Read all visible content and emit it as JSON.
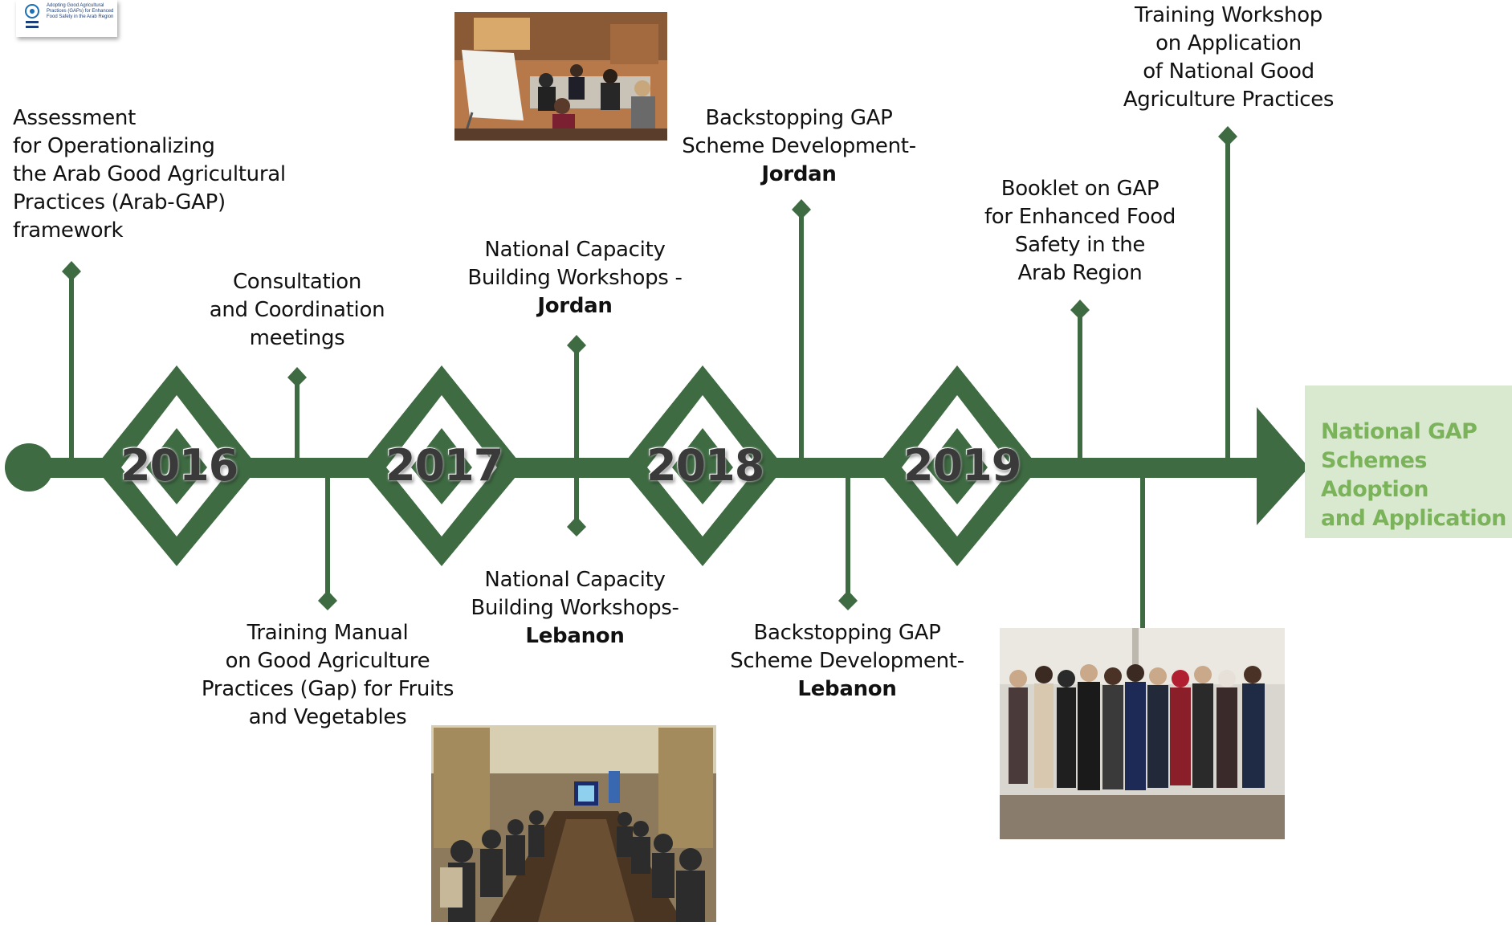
{
  "logo": {
    "text": "Adopting Good Agricultural Practices (GAPs) for Enhanced Food Safety in the Arab Region"
  },
  "timeline": {
    "years": [
      "2016",
      "2017",
      "2018",
      "2019"
    ],
    "final_outcome": [
      "National GAP",
      "Schemes Adoption",
      "and Application"
    ]
  },
  "events": {
    "assessment": [
      "Assessment",
      "for Operationalizing",
      "the Arab Good Agricultural",
      "Practices (Arab-GAP)",
      "framework"
    ],
    "consultation": [
      "Consultation",
      "and Coordination",
      "meetings"
    ],
    "training_manual": [
      "Training Manual",
      "on Good Agriculture",
      "Practices (Gap) for Fruits",
      "and Vegetables"
    ],
    "capacity_jordan": {
      "lines": [
        "National Capacity",
        "Building Workshops -"
      ],
      "country": "Jordan"
    },
    "capacity_lebanon": {
      "lines": [
        "National Capacity",
        "Building Workshops-"
      ],
      "country": "Lebanon"
    },
    "backstop_jordan": {
      "lines": [
        "Backstopping GAP",
        "Scheme Development-"
      ],
      "country": "Jordan"
    },
    "backstop_lebanon": {
      "lines": [
        "Backstopping GAP",
        "Scheme Development-"
      ],
      "country": "Lebanon"
    },
    "booklet": [
      "Booklet on GAP",
      "for Enhanced Food",
      "Safety in the",
      "Arab Region"
    ],
    "training_workshop": [
      "Training Workshop",
      "on Application",
      "of National Good",
      "Agriculture Practices"
    ]
  },
  "colors": {
    "timeline_green": "#3f6b43",
    "final_box": "#d9e9cf",
    "final_text": "#7bb35a"
  }
}
